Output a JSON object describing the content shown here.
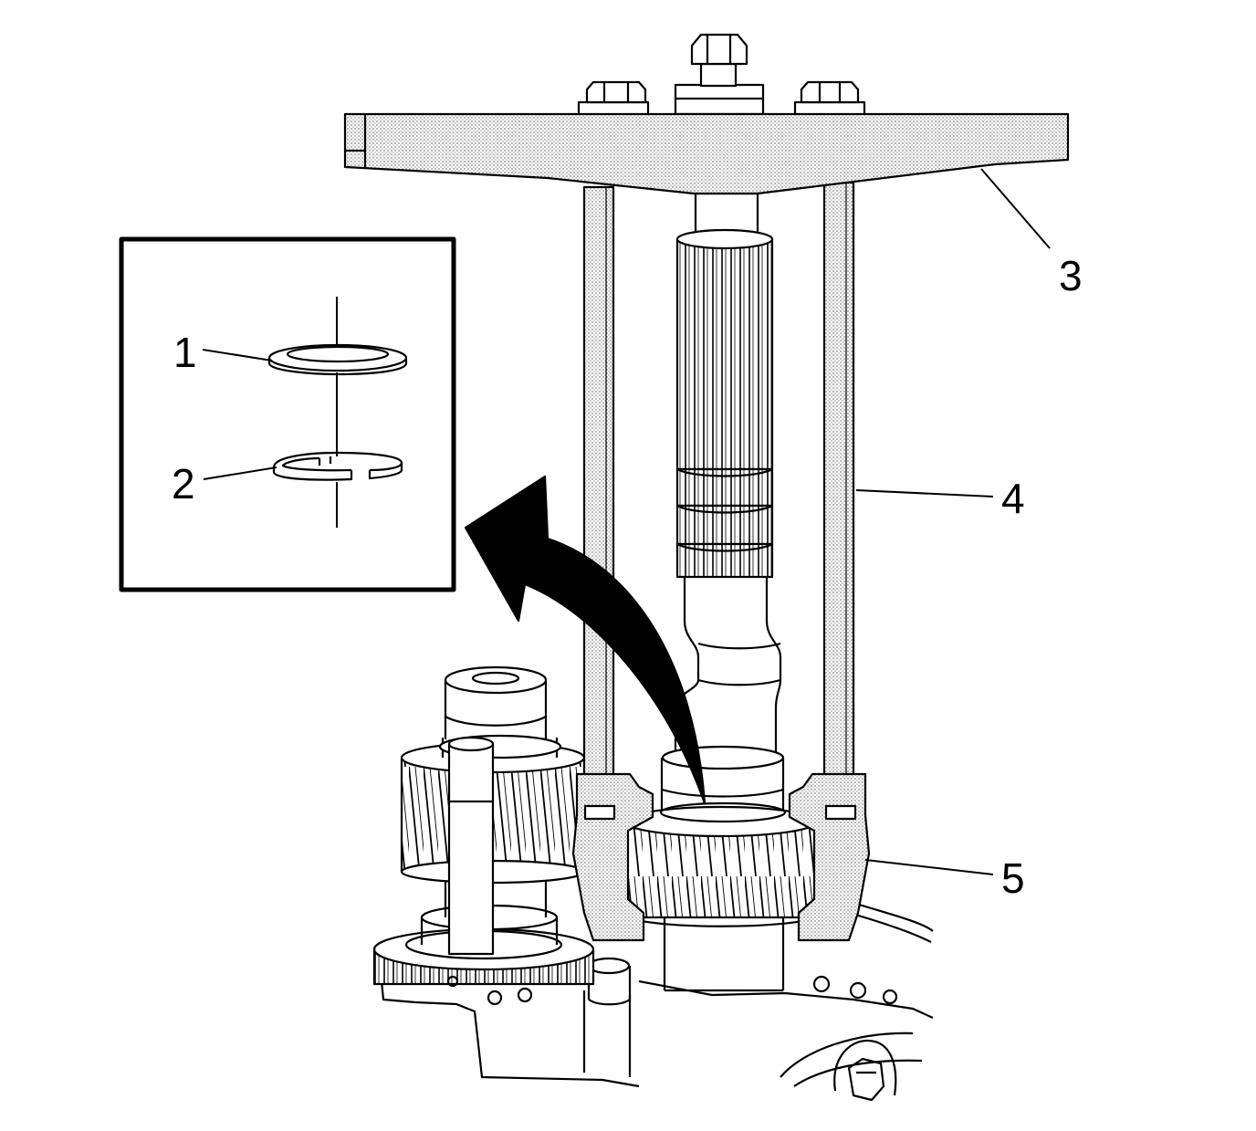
{
  "diagram": {
    "colors": {
      "stroke": "#000000",
      "background": "#ffffff",
      "hatch": "#bdbdbd"
    },
    "callouts": [
      {
        "id": "1",
        "label": "1"
      },
      {
        "id": "2",
        "label": "2"
      },
      {
        "id": "3",
        "label": "3"
      },
      {
        "id": "4",
        "label": "4"
      },
      {
        "id": "5",
        "label": "5"
      }
    ]
  }
}
